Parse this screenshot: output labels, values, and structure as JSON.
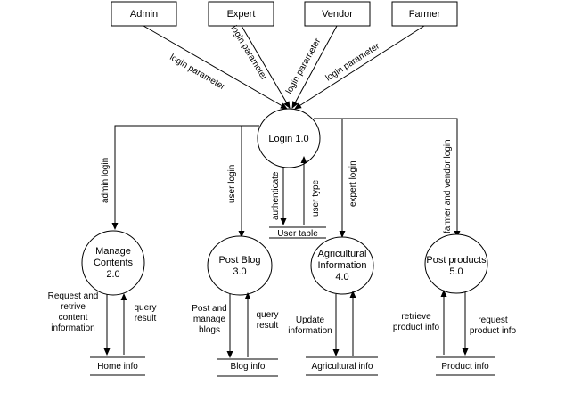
{
  "entities": {
    "admin": "Admin",
    "expert": "Expert",
    "vendor": "Vendor",
    "farmer": "Farmer"
  },
  "processes": {
    "login": [
      "Login 1.0"
    ],
    "manage_contents": [
      "Manage",
      "Contents",
      "2.0"
    ],
    "post_blog": [
      "Post Blog",
      "3.0"
    ],
    "agricultural_information": [
      "Agricultural",
      "Information",
      "4.0"
    ],
    "post_products": [
      "Post products",
      "5.0"
    ]
  },
  "data_stores": {
    "user_table": "User table",
    "home_info": "Home info",
    "blog_info": "Blog info",
    "agricultural_info": "Agricultural info",
    "product_info": "Product info"
  },
  "flows": {
    "admin_login_param": "login parameter",
    "expert_login_param": "login parameter",
    "vendor_login_param": "login parameter",
    "farmer_login_param": "login parameter",
    "admin_login": "admin login",
    "user_login": "user login",
    "authenticate": "authenticate",
    "user_type": "user type",
    "expert_login": "expert login",
    "farmer_and_vendor_login": "farmer and vendor login",
    "request_retrive_content": [
      "Request and",
      "retrive",
      "content",
      "information"
    ],
    "query_result_2": [
      "query",
      "result"
    ],
    "post_manage_blogs": [
      "Post and",
      "manage",
      "blogs"
    ],
    "query_result_3": [
      "query",
      "result"
    ],
    "update_information": [
      "Update",
      "information"
    ],
    "retrieve_product_info": [
      "retrieve",
      "product info"
    ],
    "request_product_info": [
      "request",
      "product info"
    ]
  }
}
